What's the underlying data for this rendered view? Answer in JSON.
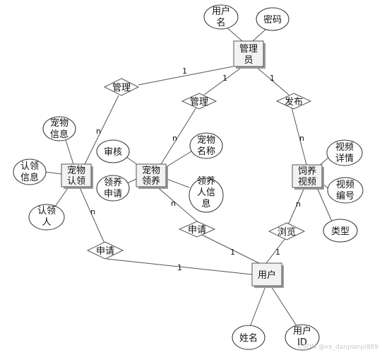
{
  "entities": [
    {
      "id": "admin",
      "lines": [
        "管理",
        "员"
      ]
    },
    {
      "id": "adoption",
      "lines": [
        "宠物",
        "认领"
      ]
    },
    {
      "id": "fostering",
      "lines": [
        "宠物",
        "领养"
      ]
    },
    {
      "id": "video",
      "lines": [
        "饲养",
        "视频"
      ]
    },
    {
      "id": "user",
      "lines": [
        "用户"
      ]
    }
  ],
  "attributes": [
    {
      "id": "admin-username",
      "lines": [
        "用户",
        "名"
      ]
    },
    {
      "id": "admin-password",
      "lines": [
        "密码"
      ]
    },
    {
      "id": "adoption-petinfo",
      "lines": [
        "宠物",
        "信息"
      ]
    },
    {
      "id": "adoption-info",
      "lines": [
        "认领",
        "信息"
      ]
    },
    {
      "id": "adoption-person",
      "lines": [
        "认领",
        "人"
      ]
    },
    {
      "id": "fostering-review",
      "lines": [
        "审核"
      ]
    },
    {
      "id": "fostering-apply",
      "lines": [
        "领养",
        "申请"
      ]
    },
    {
      "id": "fostering-petname",
      "lines": [
        "宠物",
        "名称"
      ]
    },
    {
      "id": "fostering-personinfo",
      "lines": [
        "领养",
        "人信",
        "息"
      ]
    },
    {
      "id": "video-detail",
      "lines": [
        "视频",
        "详情"
      ]
    },
    {
      "id": "video-number",
      "lines": [
        "视频",
        "编号"
      ]
    },
    {
      "id": "video-type",
      "lines": [
        "类型"
      ]
    },
    {
      "id": "user-name",
      "lines": [
        "姓名"
      ]
    },
    {
      "id": "user-id",
      "lines": [
        "用户",
        "ID"
      ]
    }
  ],
  "relationships": [
    {
      "id": "manage-adoption",
      "label": "管理"
    },
    {
      "id": "manage-fostering",
      "label": "管理"
    },
    {
      "id": "publish",
      "label": "发布"
    },
    {
      "id": "apply-adoption",
      "label": "申请"
    },
    {
      "id": "apply-fostering",
      "label": "申请"
    },
    {
      "id": "browse",
      "label": "浏览"
    }
  ],
  "cardinalities": [
    {
      "id": "c1",
      "text": "1"
    },
    {
      "id": "c2",
      "text": "1"
    },
    {
      "id": "c3",
      "text": "1"
    },
    {
      "id": "c4",
      "text": "n"
    },
    {
      "id": "c5",
      "text": "n"
    },
    {
      "id": "c6",
      "text": "n"
    },
    {
      "id": "c7",
      "text": "n"
    },
    {
      "id": "c8",
      "text": "n"
    },
    {
      "id": "c9",
      "text": "n"
    },
    {
      "id": "c10",
      "text": "1"
    },
    {
      "id": "c11",
      "text": "1"
    },
    {
      "id": "c12",
      "text": "1"
    }
  ],
  "watermark": "CSDN @vx_danpianjii889"
}
